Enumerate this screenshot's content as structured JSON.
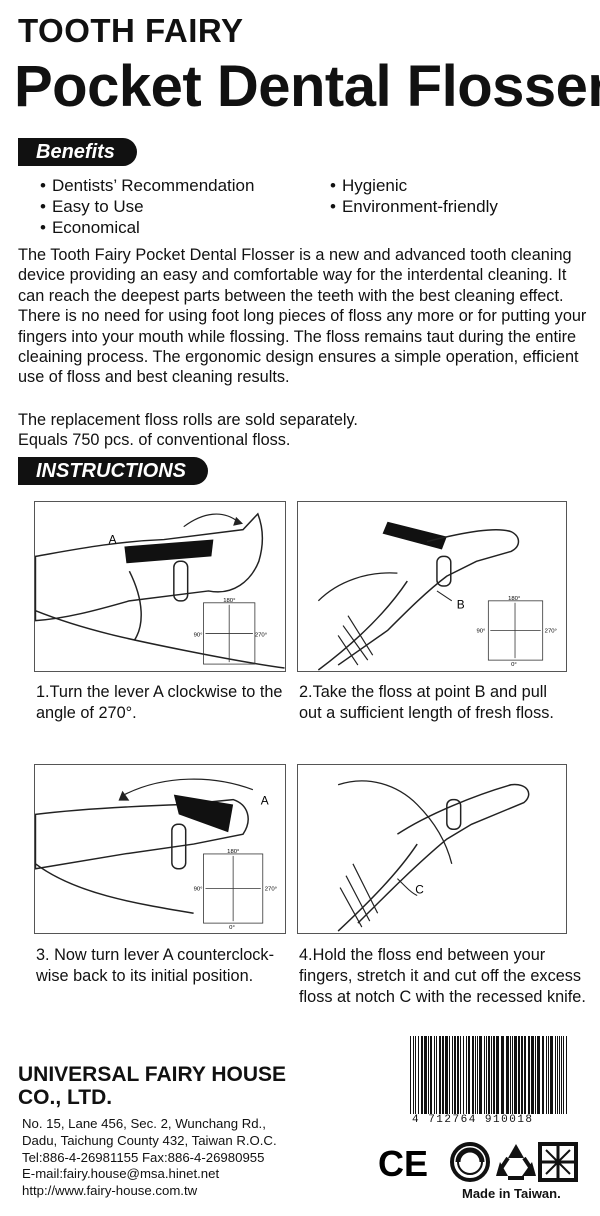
{
  "header": {
    "brand": "TOOTH FAIRY",
    "product": "Pocket Dental Flosser"
  },
  "benefits": {
    "title": "Benefits",
    "left_items": [
      "Dentists’ Recommendation",
      "Easy to Use",
      "Economical"
    ],
    "right_items": [
      "Hygienic",
      "Environment-friendly"
    ]
  },
  "description": "The Tooth Fairy Pocket Dental Flosser is a new and advanced tooth cleaning device providing an easy and comfortable way for the interdental cleaning. It can reach the deepest parts between the teeth with the best cleaning effect. There is no need for using foot long pieces of floss any more or for putting your fingers into your mouth while flossing. The floss remains taut during the entire cleaining process. The ergonomic design ensures a simple operation, efficient use of floss and best cleaning results.",
  "replacement": {
    "line1": "The replacement floss rolls are sold separately.",
    "line2": "Equals 750 pcs. of conventional floss."
  },
  "instructions": {
    "title": "INSTRUCTIONS",
    "steps": [
      "1.Turn the lever A clockwise to the angle of 270°.",
      "2.Take the floss at point B and pull out a sufficient length of fresh floss.",
      "3. Now turn lever A counterclock-wise back to its initial position.",
      "4.Hold the floss end between your fingers, stretch it and cut off the excess floss at notch C with the recessed knife."
    ],
    "labels": {
      "a": "A",
      "b": "B",
      "c": "C",
      "deg_180": "180°",
      "deg_90": "90°",
      "deg_270": "270°",
      "deg_0": "0°"
    }
  },
  "company": {
    "name_line1": "UNIVERSAL FAIRY HOUSE",
    "name_line2": "CO., LTD.",
    "address_line1": "No. 15, Lane 456, Sec. 2, Wunchang Rd.,",
    "address_line2": "Dadu, Taichung County 432, Taiwan R.O.C.",
    "phone": "Tel:886-4-26981155  Fax:886-4-26980955",
    "email": "E-mail:fairy.house@msa.hinet.net",
    "website": "http://www.fairy-house.com.tw"
  },
  "barcode": {
    "number": "4 712764 910018"
  },
  "certs": {
    "ce": "CE"
  },
  "made_in": "Made in Taiwan."
}
